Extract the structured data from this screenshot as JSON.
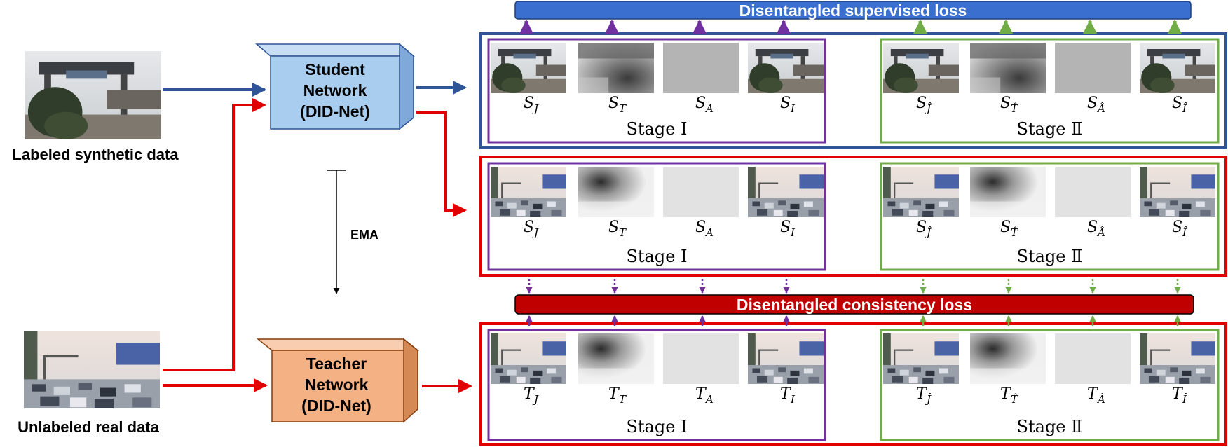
{
  "inputs": {
    "synthetic_label": "Labeled synthetic data",
    "real_label": "Unlabeled real data"
  },
  "student": {
    "line1": "Student",
    "line2": "Network",
    "line3": "(DID-Net)",
    "face_color": "#a8cdee",
    "side_color": "#7fa9d8"
  },
  "teacher": {
    "line1": "Teacher",
    "line2": "Network",
    "line3": "(DID-Net)",
    "face_color": "#f4b183",
    "side_color": "#d58a55"
  },
  "ema_label": "EMA",
  "losses": {
    "supervised": "Disentangled supervised loss",
    "consistency": "Disentangled consistency loss",
    "supervised_color": "#3a6fcf",
    "consistency_color": "#c00000"
  },
  "stages": {
    "stage1": "Stage Ⅰ",
    "stage2": "Stage Ⅱ"
  },
  "rows": [
    {
      "scene": "synthetic-gate",
      "stage1": [
        {
          "base": "S",
          "sub": "J"
        },
        {
          "base": "S",
          "sub": "T"
        },
        {
          "base": "S",
          "sub": "A"
        },
        {
          "base": "S",
          "sub": "I"
        }
      ],
      "stage2": [
        {
          "base": "S",
          "sub": "Ĵ"
        },
        {
          "base": "S",
          "sub": "T̂"
        },
        {
          "base": "S",
          "sub": "Â"
        },
        {
          "base": "S",
          "sub": "Î"
        }
      ]
    },
    {
      "scene": "real-traffic",
      "stage1": [
        {
          "base": "S",
          "sub": "J"
        },
        {
          "base": "S",
          "sub": "T"
        },
        {
          "base": "S",
          "sub": "A"
        },
        {
          "base": "S",
          "sub": "I"
        }
      ],
      "stage2": [
        {
          "base": "S",
          "sub": "Ĵ"
        },
        {
          "base": "S",
          "sub": "T̂"
        },
        {
          "base": "S",
          "sub": "Â"
        },
        {
          "base": "S",
          "sub": "Î"
        }
      ]
    },
    {
      "scene": "real-traffic",
      "stage1": [
        {
          "base": "T",
          "sub": "J"
        },
        {
          "base": "T",
          "sub": "T"
        },
        {
          "base": "T",
          "sub": "A"
        },
        {
          "base": "T",
          "sub": "I"
        }
      ],
      "stage2": [
        {
          "base": "T",
          "sub": "Ĵ"
        },
        {
          "base": "T",
          "sub": "T̂"
        },
        {
          "base": "T",
          "sub": "Â"
        },
        {
          "base": "T",
          "sub": "Î"
        }
      ]
    }
  ],
  "colors": {
    "stage1_border": "#7030a0",
    "stage2_border": "#70ad47",
    "row1_border": "#2f5597",
    "row23_border": "#e00000",
    "arrow_blue": "#2f5597",
    "arrow_red": "#e00000"
  }
}
